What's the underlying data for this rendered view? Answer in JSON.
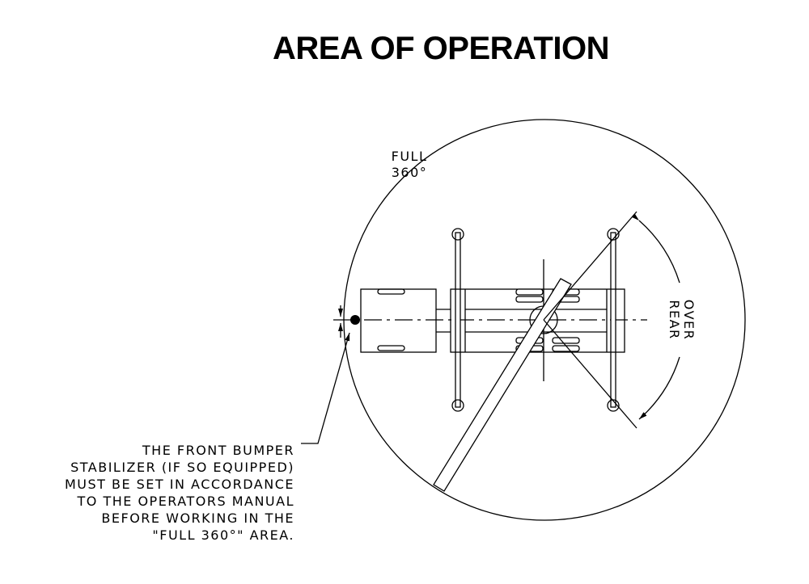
{
  "title": "AREA OF OPERATION",
  "labels": {
    "full_360": [
      "FULL",
      "360°"
    ],
    "over_rear": [
      "OVER",
      "REAR"
    ]
  },
  "note": [
    "THE FRONT BUMPER",
    "STABILIZER (IF SO EQUIPPED)",
    "MUST BE SET IN ACCORDANCE",
    "TO THE OPERATORS MANUAL",
    "BEFORE WORKING IN THE",
    "\"FULL 360°\" AREA."
  ]
}
